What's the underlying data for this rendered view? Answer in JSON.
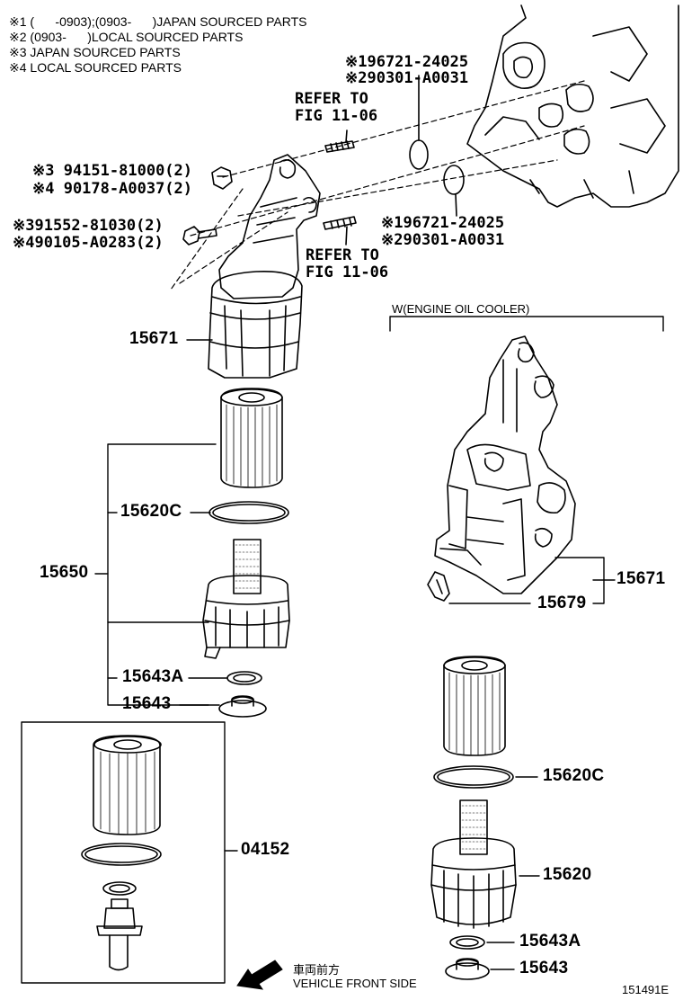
{
  "notes": [
    "※1 (      -0903);(0903-      )JAPAN SOURCED PARTS",
    "※2 (0903-      )LOCAL SOURCED PARTS",
    "※3 JAPAN SOURCED PARTS",
    "※4 LOCAL SOURCED PARTS"
  ],
  "callouts": {
    "top_gasket_1": "※196721-24025",
    "top_gasket_2": "※290301-A0031",
    "refer_top_1": "REFER TO",
    "refer_top_2": "FIG 11-06",
    "nut_1": "※3 94151-81000(2)",
    "nut_2": "※4 90178-A0037(2)",
    "bolt_1": "※391552-81030(2)",
    "bolt_2": "※490105-A0283(2)",
    "mid_gasket_1": "※196721-24025",
    "mid_gasket_2": "※290301-A0031",
    "refer_mid_1": "REFER TO",
    "refer_mid_2": "FIG 11-06"
  },
  "left_parts": {
    "housing": "15671",
    "assembly": "15650",
    "oring": "15620C",
    "washer": "15643A",
    "plug": "15643",
    "kit": "04152"
  },
  "cooler": {
    "title": "W(ENGINE OIL COOLER)",
    "housing": "15671",
    "clip": "15679"
  },
  "right_parts": {
    "oring": "15620C",
    "cap": "15620",
    "washer": "15643A",
    "plug": "15643"
  },
  "direction": {
    "jp": "車両前方",
    "en": "VEHICLE FRONT SIDE"
  },
  "figure_id": "151491E"
}
